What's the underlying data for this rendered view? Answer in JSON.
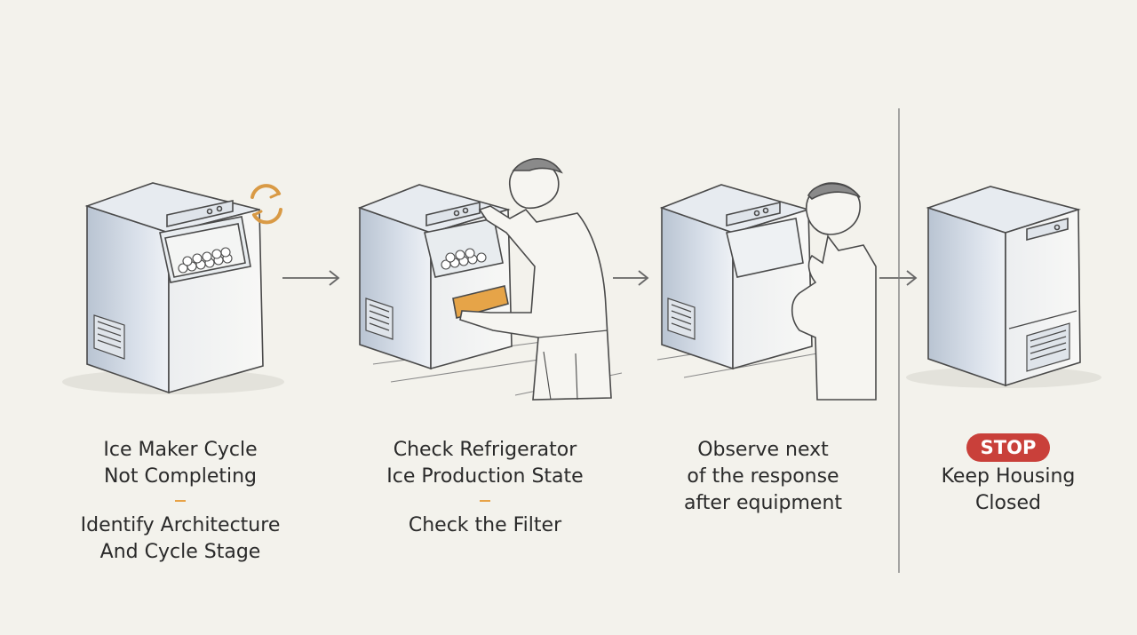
{
  "colors": {
    "background": "#f3f2ec",
    "ink": "#4a4a4a",
    "steel": "#cfd8e4",
    "accent_orange": "#e8a347",
    "stop_red": "#c9403a"
  },
  "steps": [
    {
      "title_lines": [
        "Ice Maker Cycle",
        "Not Completing"
      ],
      "sub_lines": [
        "Identify Architecture",
        "And Cycle Stage"
      ]
    },
    {
      "title_lines": [
        "Check Refrigerator",
        "Ice Production State"
      ],
      "sub_lines": [
        "Check the Filter"
      ]
    },
    {
      "title_lines": [
        "Observe next",
        "of the response",
        "after equipment"
      ]
    },
    {
      "badge": "STOP",
      "title_lines": [
        "Keep Housing",
        "Closed"
      ]
    }
  ],
  "icons": {
    "cycle": "refresh-cycle-icon",
    "arrow": "arrow-right-icon",
    "divider": "vertical-divider"
  }
}
